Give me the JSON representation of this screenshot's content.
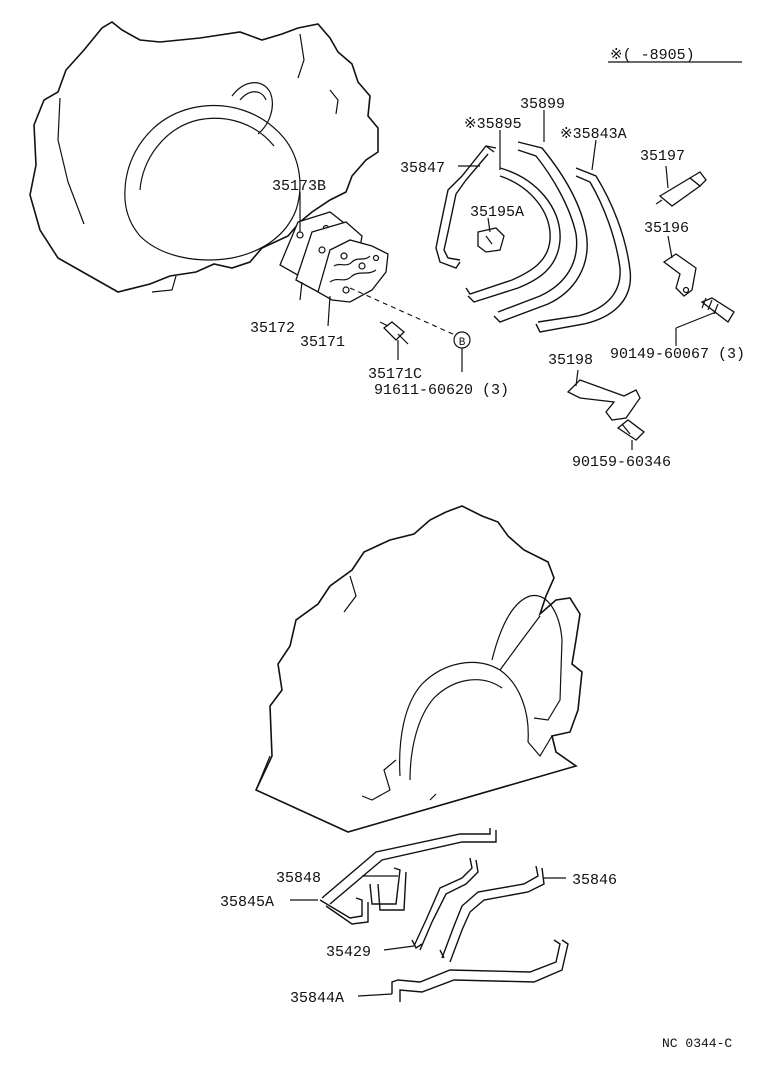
{
  "header": {
    "applicability_note": "※(    -8905)"
  },
  "labels": {
    "p35899": "35899",
    "p35895": "※35895",
    "p35843a": "※35843A",
    "p35847": "35847",
    "p35197": "35197",
    "p35173b": "35173B",
    "p35195a": "35195A",
    "p35196": "35196",
    "p35172": "35172",
    "p35171": "35171",
    "p90149": "90149-60067 (3)",
    "p35198": "35198",
    "p35171c": "35171C",
    "p91611": "91611-60620 (3)",
    "p90159": "90159-60346",
    "p35848": "35848",
    "p35846": "35846",
    "p35845a": "35845A",
    "p35429": "35429",
    "p35844a": "35844A",
    "callout_b": "B"
  },
  "footer": {
    "figure_code": "NC 0344-C"
  }
}
